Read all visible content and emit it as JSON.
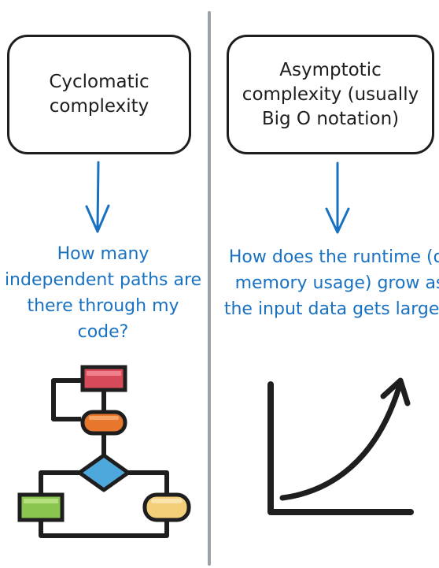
{
  "left": {
    "box_text": "Cyclomatic complexity",
    "question": "How many independent paths are there through my code?",
    "flowchart_colors": {
      "process": "#d64a5a",
      "terminator": "#e8772e",
      "decision": "#4fa8dc",
      "output_left": "#8ac64f",
      "output_right": "#f4cf7a"
    }
  },
  "right": {
    "box_text": "Asymptotic complexity (usually Big O notation)",
    "question": "How does the runtime (or memory usage) grow as the input data gets larger?"
  },
  "colors": {
    "question_text": "#1971c2",
    "arrow": "#1971c2",
    "divider": "#9aa1a9",
    "stroke": "#1e1e1e"
  }
}
